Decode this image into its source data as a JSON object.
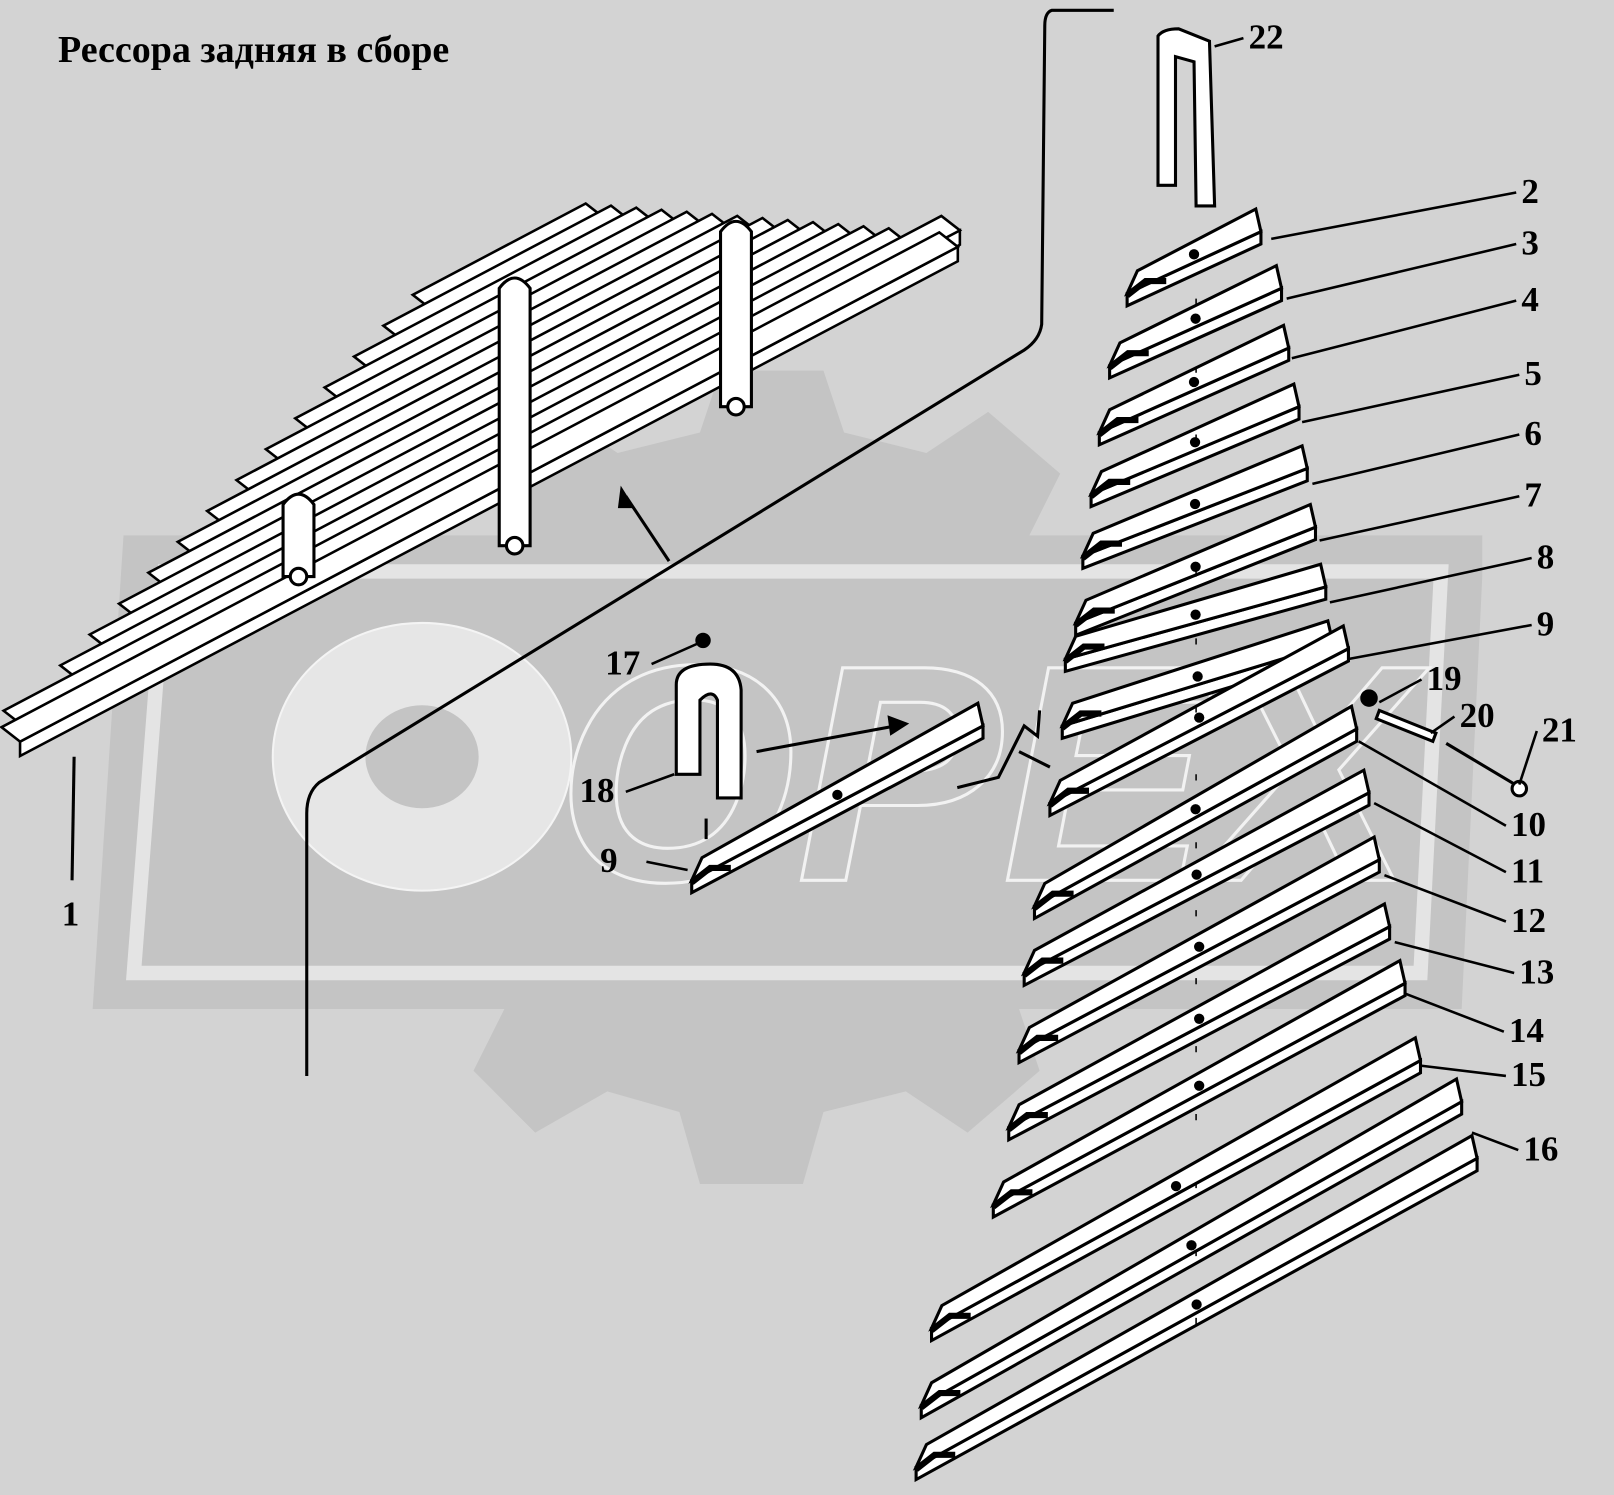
{
  "title": "Рессора задняя в сборе",
  "watermark": "OPEX",
  "callouts": [
    {
      "id": "22",
      "label": "22"
    },
    {
      "id": "2",
      "label": "2"
    },
    {
      "id": "3",
      "label": "3"
    },
    {
      "id": "4",
      "label": "4"
    },
    {
      "id": "5",
      "label": "5"
    },
    {
      "id": "6",
      "label": "6"
    },
    {
      "id": "7",
      "label": "7"
    },
    {
      "id": "8",
      "label": "8"
    },
    {
      "id": "9a",
      "label": "9"
    },
    {
      "id": "19",
      "label": "19"
    },
    {
      "id": "20",
      "label": "20"
    },
    {
      "id": "21",
      "label": "21"
    },
    {
      "id": "10",
      "label": "10"
    },
    {
      "id": "11",
      "label": "11"
    },
    {
      "id": "12",
      "label": "12"
    },
    {
      "id": "13",
      "label": "13"
    },
    {
      "id": "14",
      "label": "14"
    },
    {
      "id": "15",
      "label": "15"
    },
    {
      "id": "16",
      "label": "16"
    },
    {
      "id": "17",
      "label": "17"
    },
    {
      "id": "18",
      "label": "18"
    },
    {
      "id": "9b",
      "label": "9"
    },
    {
      "id": "1",
      "label": "1"
    }
  ],
  "colors": {
    "background": "#d3d3d3",
    "watermark": "#bdbdbd",
    "line": "#000000",
    "part": "#ffffff"
  }
}
